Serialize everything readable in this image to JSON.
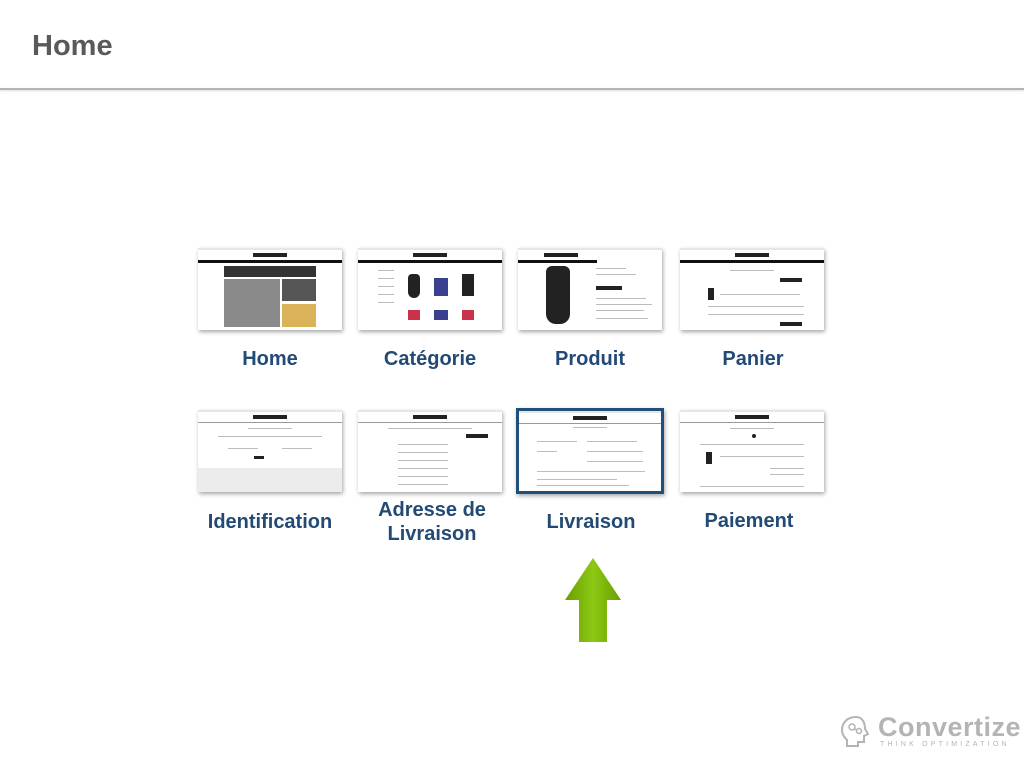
{
  "header": {
    "title": "Home"
  },
  "steps": [
    {
      "label": "Home"
    },
    {
      "label": "Catégorie"
    },
    {
      "label": "Produit"
    },
    {
      "label": "Panier"
    },
    {
      "label": "Identification"
    },
    {
      "label": "Adresse de Livraison"
    },
    {
      "label": "Livraison",
      "current": true
    },
    {
      "label": "Paiement"
    }
  ],
  "brand": {
    "name": "Convertize",
    "tagline": "THINK OPTIMIZATION"
  },
  "colors": {
    "label": "#234a75",
    "title": "#5a5a5a",
    "arrow": "#7fb800",
    "active_border": "#1f4f7a",
    "brand": "#b4b4b4"
  }
}
